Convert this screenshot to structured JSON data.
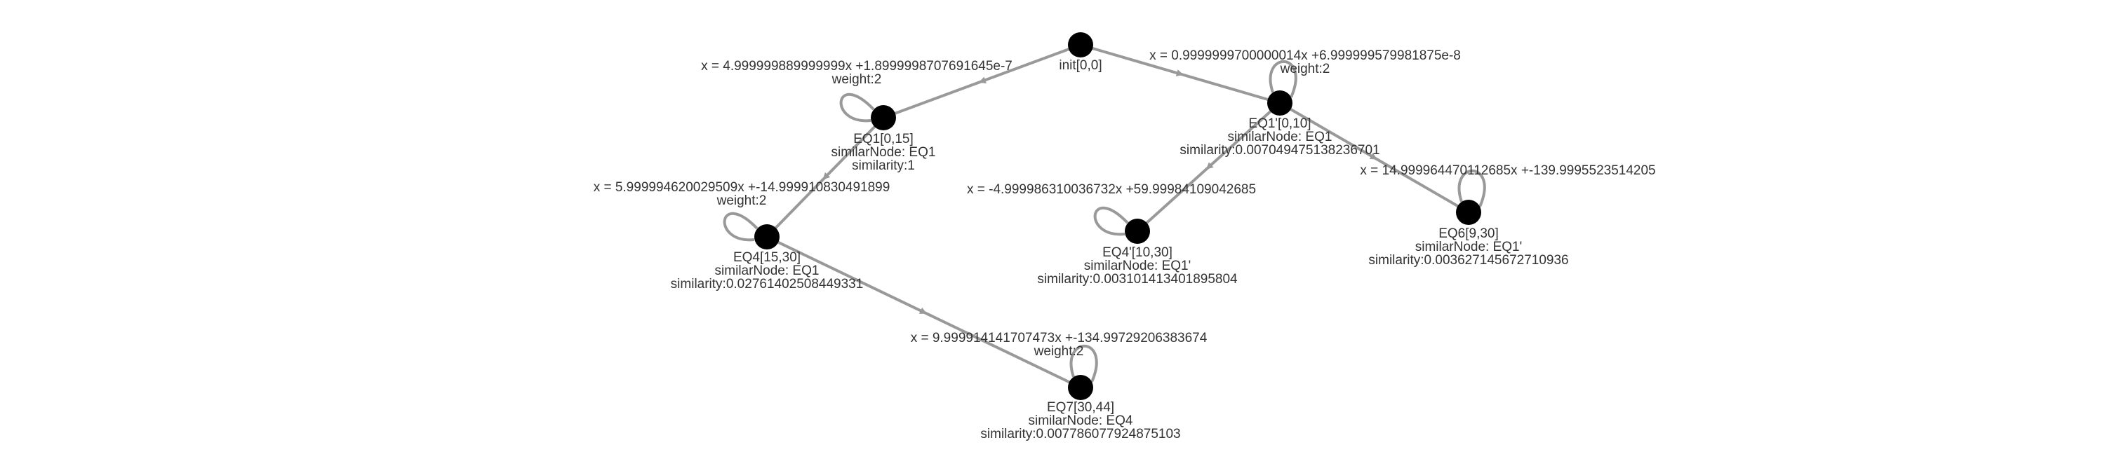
{
  "colors": {
    "background": "#ffffff",
    "node_fill": "#000000",
    "edge_stroke": "#999999",
    "text": "#333333"
  },
  "nodes": [
    {
      "id": "init",
      "label_lines": [
        "init[0,0]"
      ]
    },
    {
      "id": "EQ1",
      "label_lines": [
        "EQ1[0,15]",
        "similarNode: EQ1",
        "similarity:1"
      ]
    },
    {
      "id": "EQ1p",
      "label_lines": [
        "EQ1'[0,10]",
        "similarNode: EQ1",
        "similarity:0.007049475138236701"
      ]
    },
    {
      "id": "EQ4",
      "label_lines": [
        "EQ4[15,30]",
        "similarNode: EQ1",
        "similarity:0.02761402508449331"
      ]
    },
    {
      "id": "EQ4p",
      "label_lines": [
        "EQ4'[10,30]",
        "similarNode: EQ1'",
        "similarity:0.003101413401895804"
      ]
    },
    {
      "id": "EQ6",
      "label_lines": [
        "EQ6[9,30]",
        "similarNode: EQ1'",
        "similarity:0.003627145672710936"
      ]
    },
    {
      "id": "EQ7",
      "label_lines": [
        "EQ7[30,44]",
        "similarNode: EQ4",
        "similarity:0.007786077924875103"
      ]
    }
  ],
  "edges": [
    {
      "id": "init-EQ1",
      "from": "init",
      "to": "EQ1"
    },
    {
      "id": "init-EQ1p",
      "from": "init",
      "to": "EQ1p"
    },
    {
      "id": "EQ1-EQ4",
      "from": "EQ1",
      "to": "EQ4"
    },
    {
      "id": "EQ1p-EQ4p",
      "from": "EQ1p",
      "to": "EQ4p"
    },
    {
      "id": "EQ1p-EQ6",
      "from": "EQ1p",
      "to": "EQ6"
    },
    {
      "id": "EQ4-EQ7",
      "from": "EQ4",
      "to": "EQ7"
    }
  ],
  "self_loops": [
    {
      "node": "EQ1",
      "lines": [
        "x = 4.999999889999999x +1.8999998707691645e-7",
        "weight:2"
      ]
    },
    {
      "node": "EQ1p",
      "lines": [
        "x = 0.9999999700000014x +6.999999579981875e-8",
        "weight:2"
      ]
    },
    {
      "node": "EQ4",
      "lines": [
        "x = 5.999994620029509x +-14.999910830491899",
        "weight:2"
      ]
    },
    {
      "node": "EQ4p",
      "lines": [
        "x = -4.999986310036732x +59.99984109042685"
      ]
    },
    {
      "node": "EQ6",
      "lines": [
        "x = 14.999964470112685x +-139.9995523514205"
      ]
    },
    {
      "node": "EQ7",
      "lines": [
        "x = 9.999914141707473x +-134.99729206383674",
        "weight:2"
      ]
    }
  ]
}
